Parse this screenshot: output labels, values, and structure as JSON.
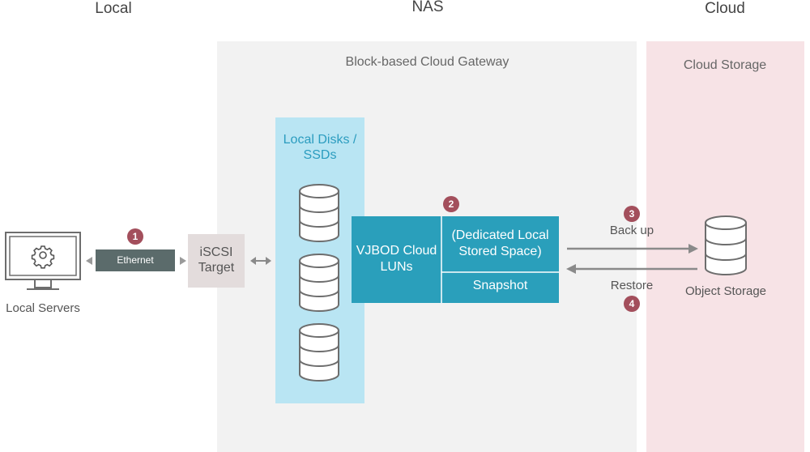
{
  "columns": {
    "local": "Local",
    "nas": "NAS",
    "cloud": "Cloud"
  },
  "nas_panel": {
    "label": "Block-based Cloud Gateway"
  },
  "cloud_panel": {
    "label": "Cloud Storage"
  },
  "local_disks": {
    "label_line1": "Local Disks /",
    "label_line2": "SSDs"
  },
  "lun": {
    "name_line1": "VJBOD Cloud",
    "name_line2": "LUNs",
    "dedicated_line1": "(Dedicated Local",
    "dedicated_line2": "Stored Space)",
    "snapshot": "Snapshot"
  },
  "connection": {
    "ethernet": "Ethernet",
    "iscsi_line1": "iSCSI",
    "iscsi_line2": "Target"
  },
  "local_servers": {
    "label": "Local Servers"
  },
  "object_storage": {
    "label": "Object Storage"
  },
  "flows": {
    "backup": "Back up",
    "restore": "Restore"
  },
  "steps": [
    "1",
    "2",
    "3",
    "4"
  ],
  "colors": {
    "nas_panel": "#f2f2f2",
    "cloud_panel": "#f7e3e6",
    "disks": "#b9e5f3",
    "lun": "#2a9fbb",
    "badge": "#a34f5c",
    "ethernet": "#5b6b6b",
    "iscsi": "#e3dcdc"
  }
}
